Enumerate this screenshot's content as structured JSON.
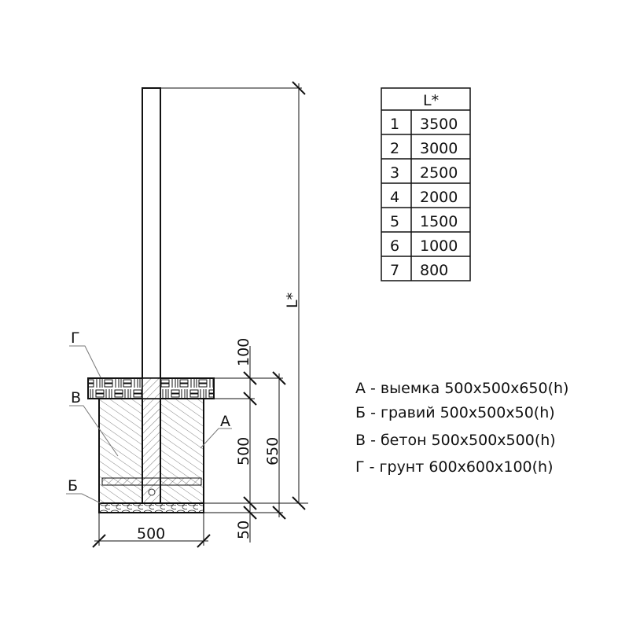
{
  "labels": {
    "g": "Г",
    "v": "В",
    "a": "А",
    "b": "Б"
  },
  "dimensions": {
    "d100": "100",
    "d500v": "500",
    "d50": "50",
    "d650": "650",
    "d500h": "500",
    "length": "L*"
  },
  "table": {
    "header": "L*",
    "rows": [
      {
        "n": "1",
        "v": "3500"
      },
      {
        "n": "2",
        "v": "3000"
      },
      {
        "n": "3",
        "v": "2500"
      },
      {
        "n": "4",
        "v": "2000"
      },
      {
        "n": "5",
        "v": "1500"
      },
      {
        "n": "6",
        "v": "1000"
      },
      {
        "n": "7",
        "v": "800"
      }
    ]
  },
  "legend": [
    "А - выемка 500x500x650(h)",
    "Б - гравий 500x500x50(h)",
    "В - бетон 500x500x500(h)",
    "Г - грунт 600x600x100(h)"
  ]
}
